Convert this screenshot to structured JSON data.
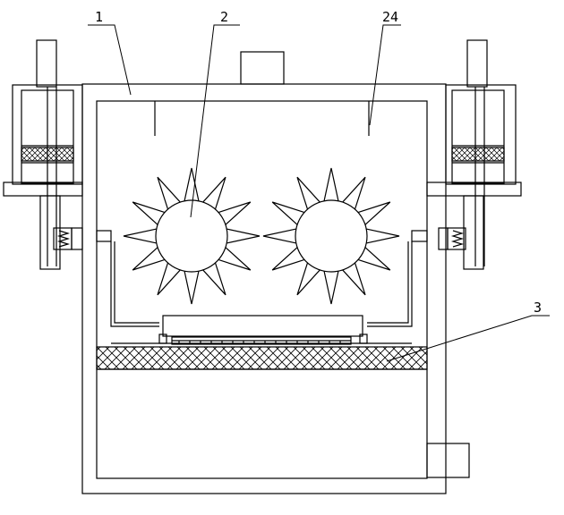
{
  "figure": {
    "callouts": [
      {
        "id": "1",
        "label": "1"
      },
      {
        "id": "2",
        "label": "2"
      },
      {
        "id": "24",
        "label": "24"
      },
      {
        "id": "3",
        "label": "3"
      }
    ]
  },
  "colors": {
    "line": "#000000",
    "background": "#ffffff"
  }
}
